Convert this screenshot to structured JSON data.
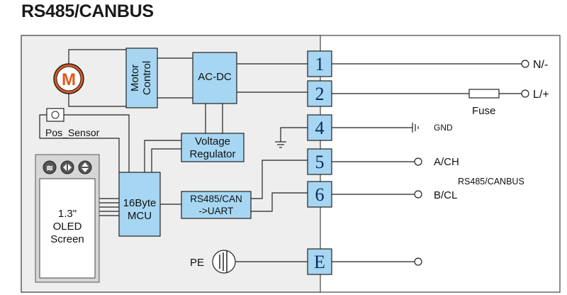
{
  "title": "RS485/CANBUS",
  "colors": {
    "block_fill": "#a6d6f2",
    "panel_fill": "#eeeeee",
    "motor_letter": "#e2571c",
    "terminal_text": "#0a2a5a"
  },
  "blocks": {
    "motor_control": "Motor Control",
    "motor_control_line1": "Motor",
    "motor_control_line2": "Control",
    "ac_dc": "AC-DC",
    "voltage_regulator_line1": "Voltage",
    "voltage_regulator_line2": "Regulator",
    "mcu_line1": "16Byte",
    "mcu_line2": "MCU",
    "uart_line1": "RS485/CAN",
    "uart_line2": "->UART"
  },
  "motor": {
    "letter": "M"
  },
  "pos_sensor": "Pos_Sensor",
  "oled": {
    "line1": "1.3\"",
    "line2": "OLED",
    "line3": "Screen",
    "buttons": [
      "menu-icon",
      "left-right-icon",
      "up-down-icon"
    ]
  },
  "pe_label": "PE",
  "terminals": [
    {
      "id": "1",
      "label": "N/-"
    },
    {
      "id": "2",
      "label": "L/+"
    },
    {
      "id": "4",
      "label": "GND"
    },
    {
      "id": "5",
      "label": "A/CH"
    },
    {
      "id": "6",
      "label": "B/CL"
    },
    {
      "id": "E",
      "label": ""
    }
  ],
  "fuse_label": "Fuse",
  "bus_label": "RS485/CANBUS"
}
